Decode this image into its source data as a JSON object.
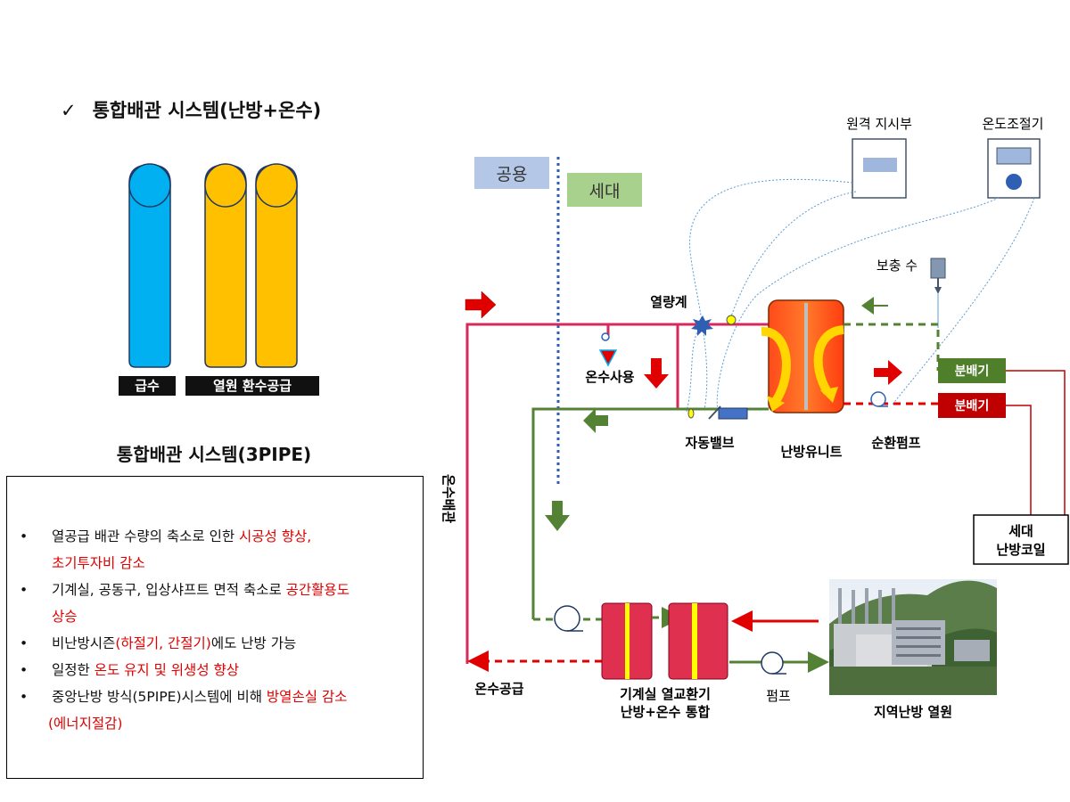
{
  "title": {
    "check": "✓",
    "text": "통합배관 시스템(난방+온수)"
  },
  "pipes": {
    "label_supply": "급수",
    "label_heat": "열원 환수공급"
  },
  "subtitle": "통합배관 시스템(3PIPE)",
  "benefits": [
    {
      "bullet": "•",
      "line1_normal": "열공급 배관 수량의 축소로 인한 ",
      "line1_red": "시공성 향상,",
      "line2_red": "초기투자비 감소"
    },
    {
      "bullet": "•",
      "line1_normal": "기계실, 공동구, 입상샤프트 면적 축소로 ",
      "line1_red": "공간활용도",
      "line2_red": "상승"
    },
    {
      "bullet": "•",
      "line1_normal": "비난방시즌",
      "line1_red": "(하절기, 간절기)",
      "line1_tail": "에도 난방 가능"
    },
    {
      "bullet": "•",
      "line1_normal": "일정한 ",
      "line1_red": "온도 유지 및 위생성 향상"
    },
    {
      "bullet": "•",
      "line1_normal": "중앙난방 방식(5PIPE)시스템에 비해 ",
      "line1_red": "방열손실 감소",
      "line2_red": "(에너지절감)"
    }
  ],
  "diagram": {
    "zone_common": "공용",
    "zone_household": "세대",
    "remote_indicator": "원격 지시부",
    "thermostat": "온도조절기",
    "makeup_water": "보충 수",
    "heat_meter": "열량계",
    "hot_water_use": "온수사용",
    "auto_valve": "자동밸브",
    "heating_unit": "난방유니트",
    "circulation_pump": "순환펌프",
    "distributor_1": "분배기",
    "distributor_2": "분배기",
    "household_coil_1": "세대",
    "household_coil_2": "난방코일",
    "hot_water_pipe": "온수배관",
    "hot_water_supply": "온수공급",
    "hx_line1": "기계실 열교환기",
    "hx_line2": "난방+온수 통합",
    "pump": "펌프",
    "district_source": "지역난방 열원"
  },
  "colors": {
    "supply_pipe": "#00b0f0",
    "heat_pipe": "#ffc000",
    "hot_line": "#d6295c",
    "return_line": "#548235",
    "red_arrow": "#e00000",
    "distributor_green": "#4f7f2b",
    "distributor_red": "#c00000",
    "zone_common_bg": "#b4c7e7",
    "zone_household_bg": "#a9d18e"
  }
}
